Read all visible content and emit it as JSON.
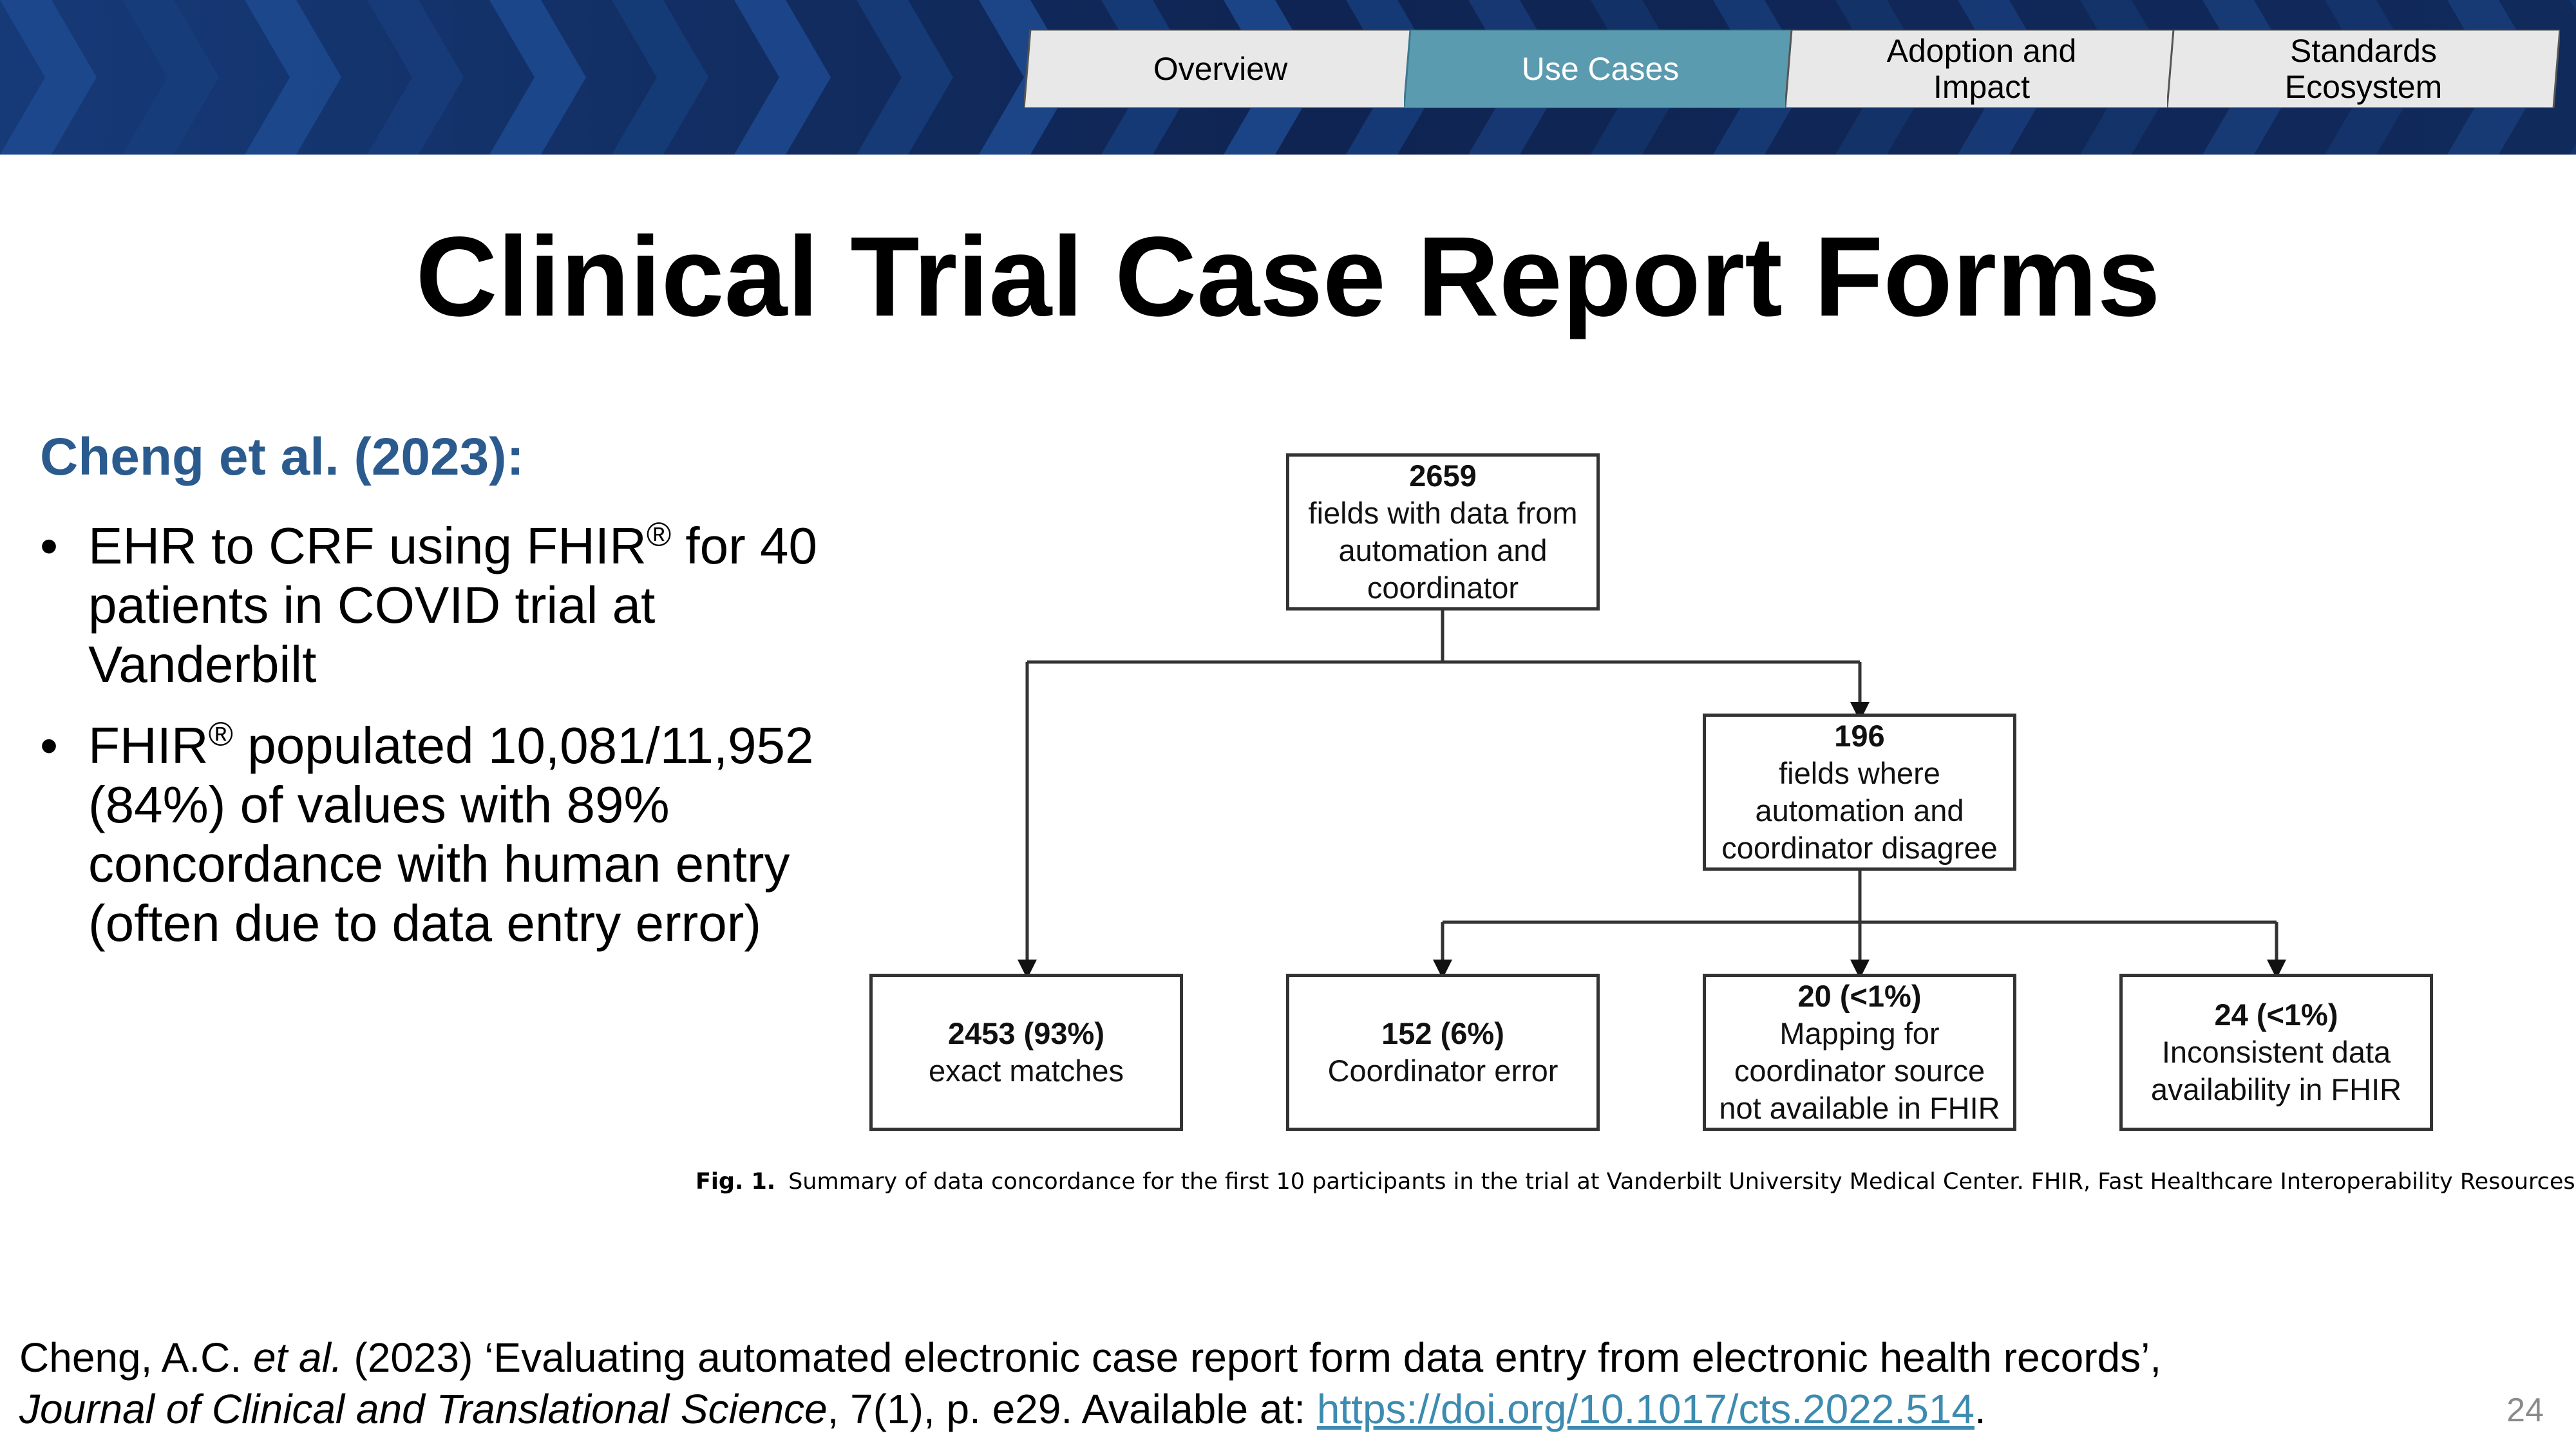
{
  "nav": {
    "tabs": [
      {
        "label": "Overview",
        "active": false
      },
      {
        "label": "Use Cases",
        "active": true
      },
      {
        "label": "Adoption and\nImpact",
        "active": false
      },
      {
        "label": "Standards\nEcosystem",
        "active": false
      }
    ]
  },
  "title": "Clinical Trial Case Report Forms",
  "subhead": "Cheng et al. (2023):",
  "bullets": [
    {
      "pre": "EHR to CRF using FHIR",
      "sup": "®",
      "post": " for 40 patients in COVID trial at Vanderbilt"
    },
    {
      "pre": "FHIR",
      "sup": "®",
      "post": " populated 10,081/11,952 (84%) of values with 89% concordance with human entry (often due to data entry error)"
    }
  ],
  "bullet_char": "•",
  "flowchart": {
    "root": {
      "number": "2659",
      "text": "fields with data from automation and coordinator"
    },
    "disagree": {
      "number": "196",
      "text": "fields where automation and coordinator disagree"
    },
    "exact": {
      "number": "2453 (93%)",
      "text": "exact matches"
    },
    "coord_error": {
      "number": "152 (6%)",
      "text": "Coordinator error"
    },
    "mapping": {
      "number": "20 (<1%)",
      "text": "Mapping for coordinator source not available in FHIR"
    },
    "inconsistent": {
      "number": "24 (<1%)",
      "text": "Inconsistent data availability in FHIR"
    }
  },
  "caption": {
    "label": "Fig. 1.",
    "text": "Summary of data concordance for the first 10 participants in the trial at Vanderbilt University Medical Center. FHIR, Fast Healthcare Interoperability Resources."
  },
  "citation": {
    "authors": "Cheng, A.C. ",
    "etal": "et al.",
    "title_part": " (2023) ‘Evaluating automated electronic case report form data entry from electronic health records’,",
    "journal": "Journal of Clinical and Translational Science",
    "rest": ", 7(1), p. e29. Available at: ",
    "link": "https://doi.org/10.1017/cts.2022.514",
    "end": "."
  },
  "page_number": "24",
  "colors": {
    "banner": "#12285a",
    "tab_active": "#5b9bb0",
    "tab_inactive": "#e8e8e8",
    "subhead": "#2b5b8e",
    "link": "#3d8bb0"
  }
}
